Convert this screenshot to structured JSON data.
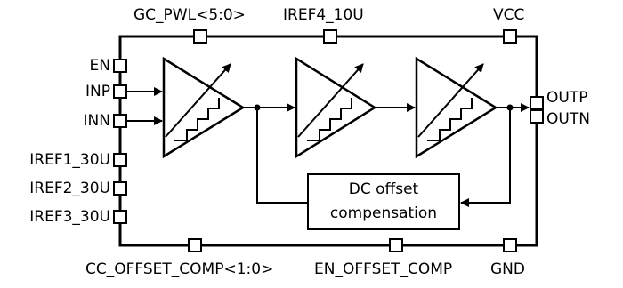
{
  "pins": {
    "top": [
      "GC_PWL<5:0>",
      "IREF4_10U",
      "VCC"
    ],
    "left": [
      "EN",
      "INP",
      "INN",
      "IREF1_30U",
      "IREF2_30U",
      "IREF3_30U"
    ],
    "right": [
      "OUTP",
      "OUTN"
    ],
    "bottom": [
      "CC_OFFSET_COMP<1:0>",
      "EN_OFFSET_COMP",
      "GND"
    ]
  },
  "dc_block": {
    "line1": "DC offset",
    "line2": "compensation"
  }
}
